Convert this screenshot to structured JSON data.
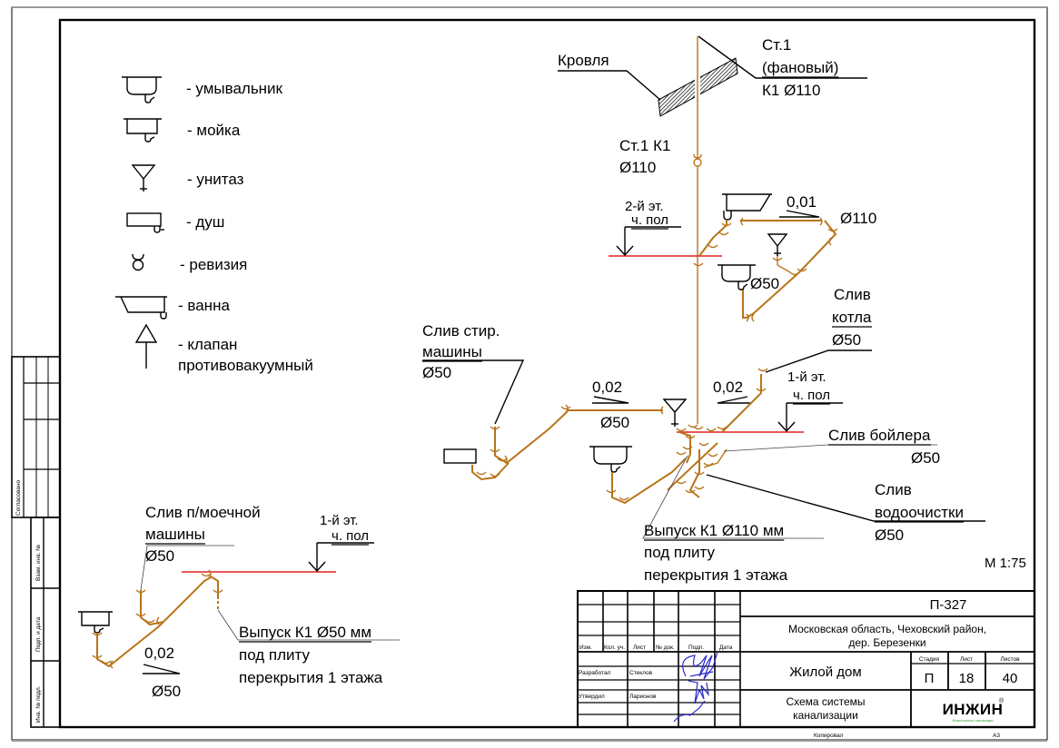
{
  "legend": {
    "items": [
      {
        "icon": "washbasin-icon",
        "label": "- умывальник"
      },
      {
        "icon": "sink-icon",
        "label": "- мойка"
      },
      {
        "icon": "toilet-icon",
        "label": "- унитаз"
      },
      {
        "icon": "shower-icon",
        "label": "- душ"
      },
      {
        "icon": "revision-icon",
        "label": "- ревизия"
      },
      {
        "icon": "bathtub-icon",
        "label": "- ванна"
      },
      {
        "icon": "anti-vacuum-valve-icon",
        "label_lines": [
          "- клапан",
          "противовакуумный"
        ]
      }
    ]
  },
  "riser": {
    "roof_label": "Кровля",
    "top_label": [
      "Ст.1",
      "(фановый)",
      "К1 Ø110"
    ],
    "mid_label": [
      "Ст.1 К1",
      "Ø110"
    ]
  },
  "floor2": {
    "level_label": [
      "2-й эт.",
      "ч. пол"
    ],
    "slope": "0,01",
    "diameter_110": "Ø110",
    "diameter_50": "Ø50"
  },
  "boiler_drain": [
    "Слив",
    "котла",
    "Ø50"
  ],
  "washing_machine": [
    "Слив стир.",
    "машины",
    "Ø50"
  ],
  "floor1_main": {
    "slope_left": "0,02",
    "diameter_left": "Ø50",
    "slope_right": "0,02",
    "level_label": [
      "1-й эт.",
      "ч. пол"
    ],
    "boiler_heater": [
      "Слив бойлера",
      "Ø50"
    ],
    "water_treatment": [
      "Слив",
      "водоочистки",
      "Ø50"
    ],
    "outlet": [
      "Выпуск К1 Ø110 мм",
      "под плиту",
      "перекрытия 1 этажа"
    ]
  },
  "dishwasher": {
    "label": [
      "Слив п/моечной",
      "машины",
      "Ø50"
    ],
    "level_label": [
      "1-й эт.",
      "ч. пол"
    ],
    "slope": "0,02",
    "diameter": "Ø50",
    "outlet": [
      "Выпуск К1 Ø50 мм",
      "под плиту",
      "перекрытия 1 этажа"
    ]
  },
  "scale": "М 1:75",
  "side_stamp": {
    "agreed": "Согласовано",
    "replaced_inv": "Взам. инв. №",
    "sign_date": "Подп. и дата",
    "inv_original": "Инв. № подл."
  },
  "title_block": {
    "columns": [
      "Изм.",
      "Кол. уч.",
      "Лист",
      "№ док.",
      "Подп.",
      "Дата"
    ],
    "developed_label": "Разработал",
    "developed_name": "Стеклов",
    "approved_label": "Утвердил",
    "approved_name": "Ларионов",
    "project_code": "П-327",
    "address": [
      "Московская область, Чеховский район,",
      "дер. Березенки"
    ],
    "object": "Жилой дом",
    "stage_header": "Стадия",
    "sheet_header": "Лист",
    "sheets_header": "Листов",
    "stage": "П",
    "sheet": "18",
    "sheets": "40",
    "drawing_title": [
      "Схема системы",
      "канализации"
    ],
    "logo": "ИНЖИН",
    "logo_reg": "®",
    "logo_sub": "Инженерные инновации",
    "copied": "Копировал",
    "format": "А3"
  },
  "colors": {
    "pipe": "#b8741a",
    "floor_line": "#e02020",
    "signature": "#2a2ad0",
    "logo_green": "#2e9e3a"
  }
}
